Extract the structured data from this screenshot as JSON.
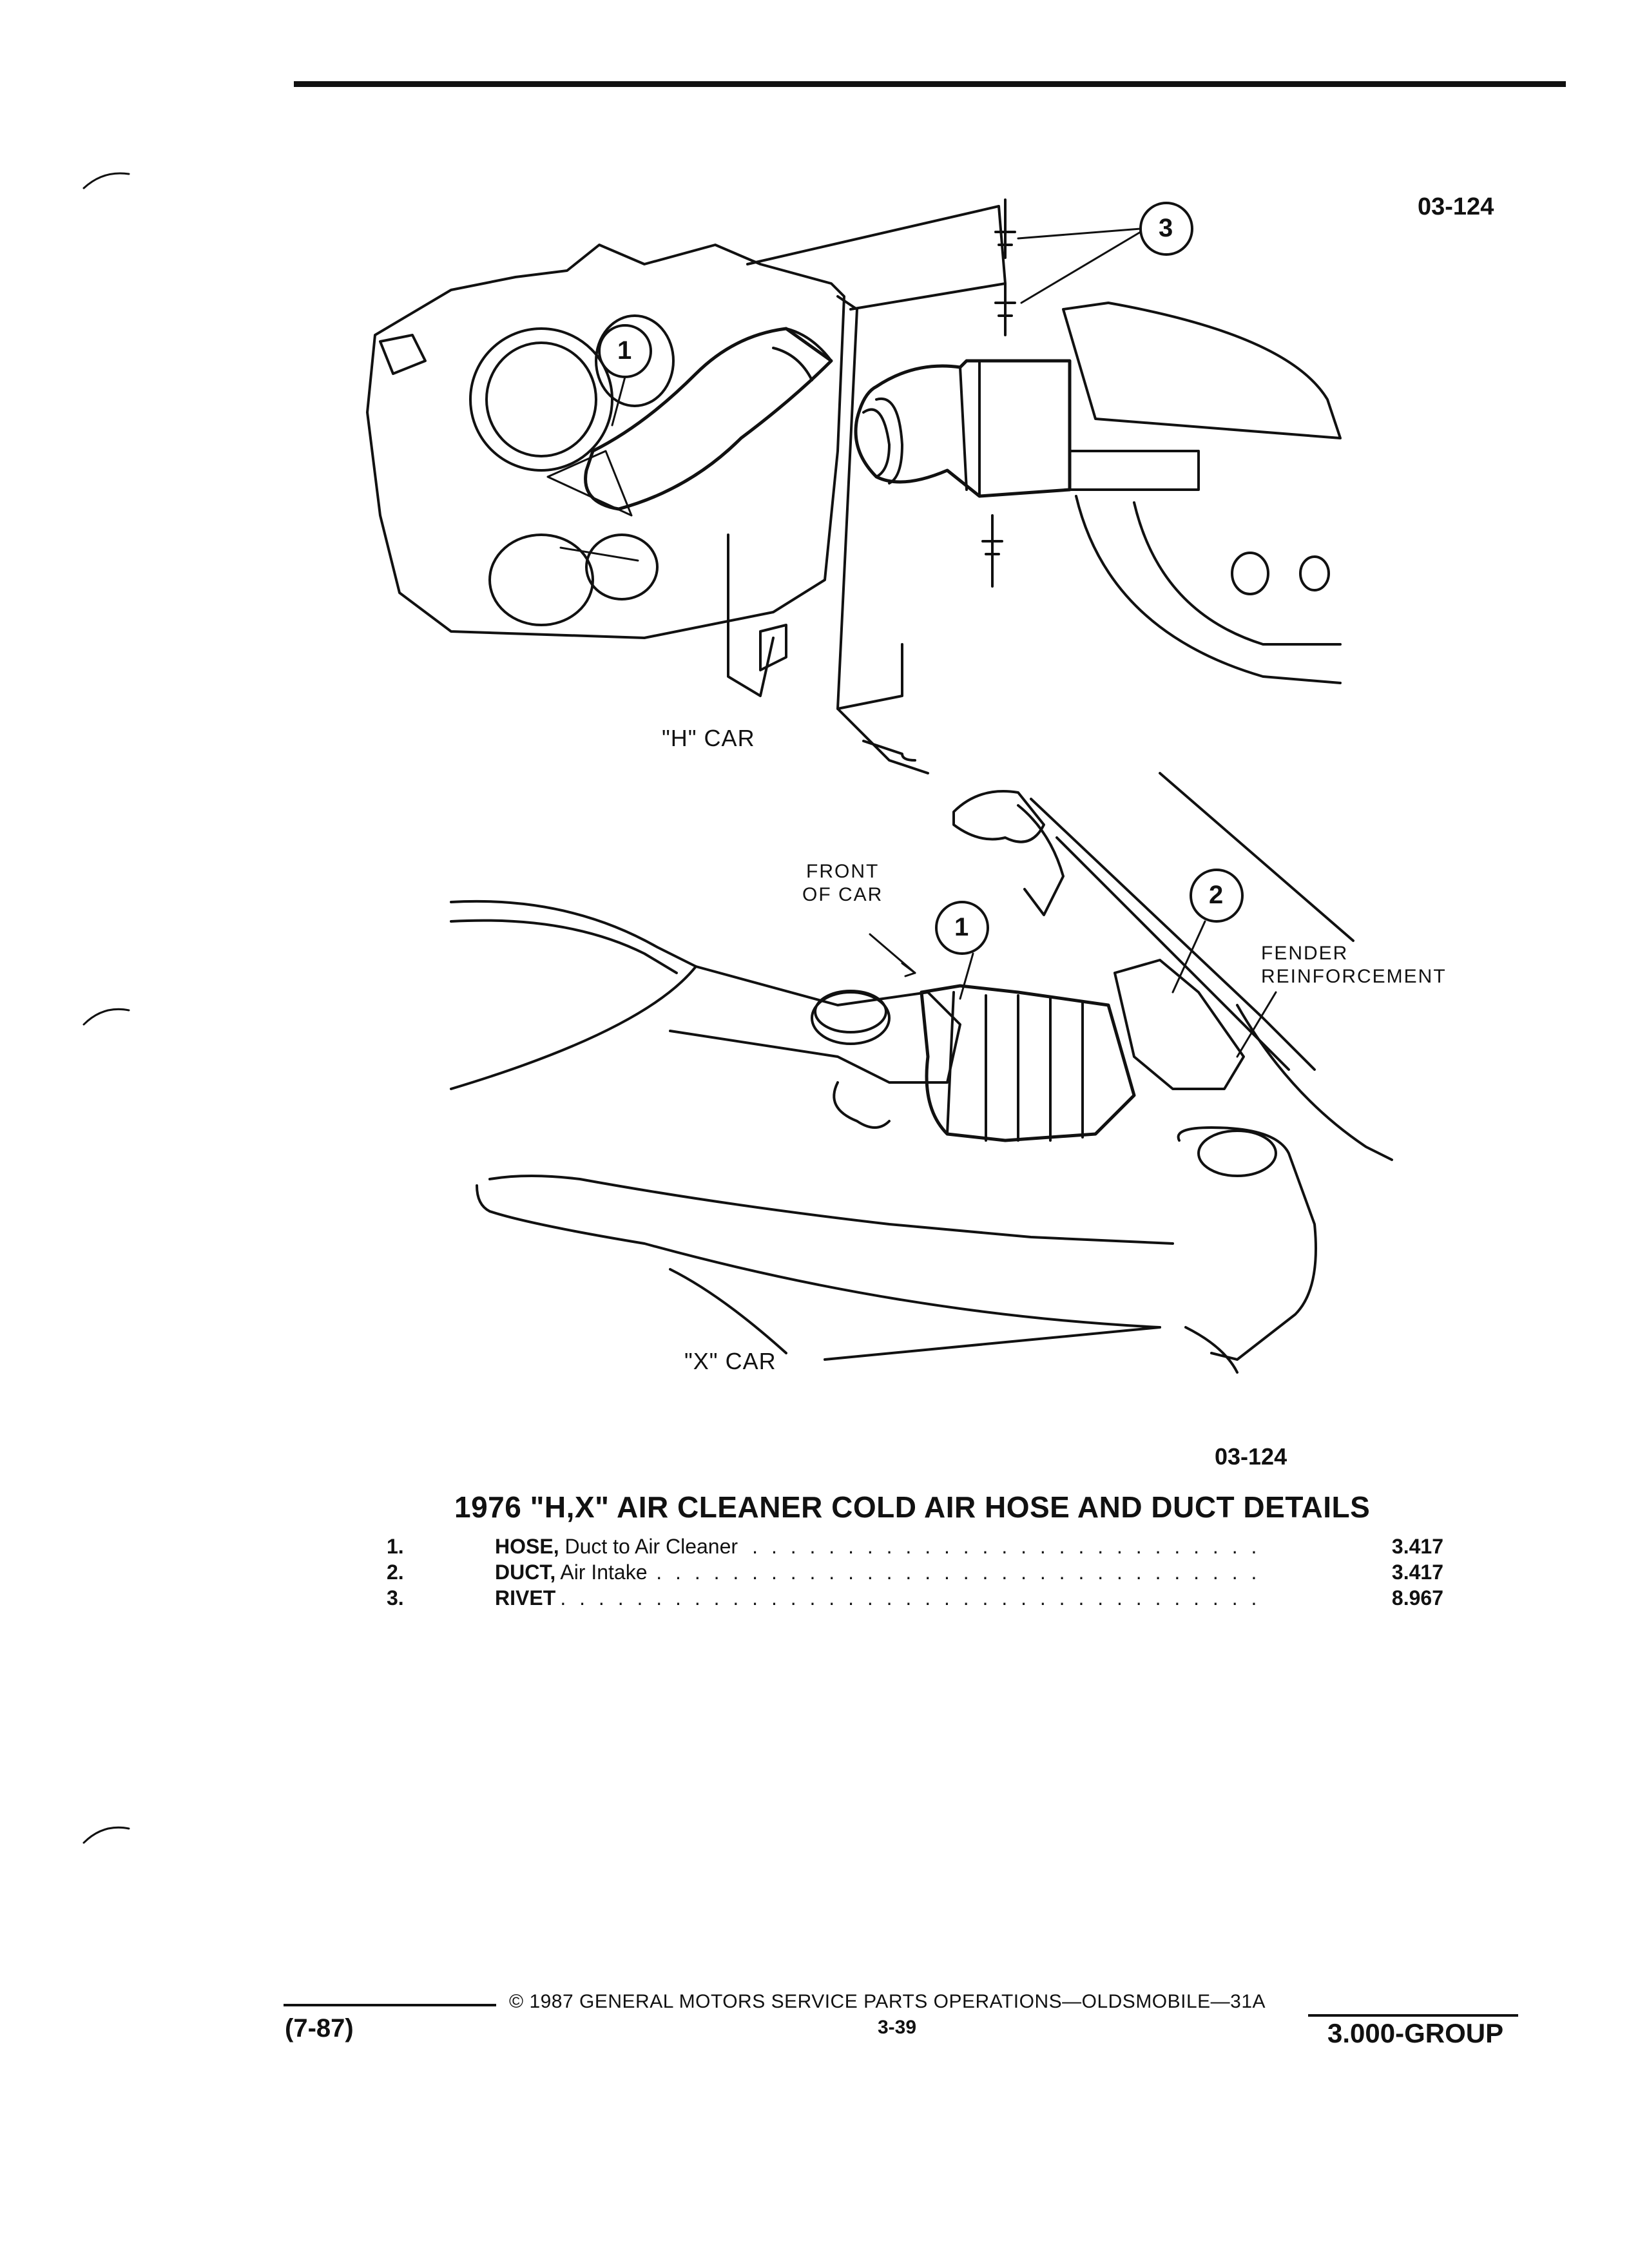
{
  "figure": {
    "code_top": "03-124",
    "code_bottom": "03-124",
    "h_car_label": "\"H\" CAR",
    "x_car_label": "\"X\" CAR",
    "callout_front_1": "FRONT",
    "callout_front_2": "OF CAR",
    "callout_fender_1": "FENDER",
    "callout_fender_2": "REINFORCEMENT",
    "callout_numbers": [
      "1",
      "2",
      "3"
    ]
  },
  "caption": "1976 \"H,X\" AIR CLEANER COLD AIR HOSE AND DUCT DETAILS",
  "parts": [
    {
      "num": "1.",
      "name_bold": "HOSE,",
      "name_rest": " Duct to Air Cleaner",
      "code": "3.417"
    },
    {
      "num": "2.",
      "name_bold": "DUCT,",
      "name_rest": " Air Intake",
      "code": "3.417"
    },
    {
      "num": "3.",
      "name_bold": "RIVET",
      "name_rest": "",
      "code": "8.967"
    }
  ],
  "footer": {
    "copyright": "© 1987 GENERAL MOTORS SERVICE PARTS OPERATIONS—OLDSMOBILE—31A",
    "page": "3-39",
    "date": "(7-87)",
    "group": "3.000-GROUP"
  }
}
